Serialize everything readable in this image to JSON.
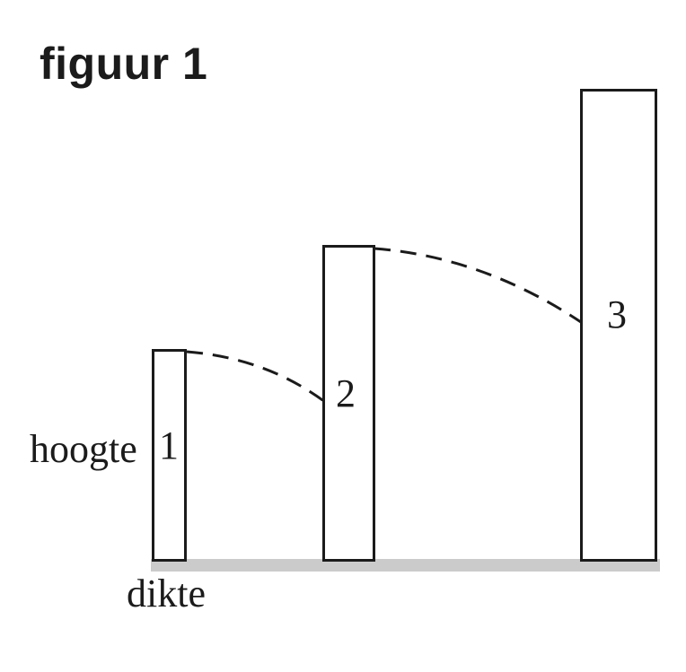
{
  "figure": {
    "title": "figuur 1",
    "labels": {
      "height_axis": "hoogte",
      "thickness_axis": "dikte"
    },
    "bars": [
      {
        "label": "1"
      },
      {
        "label": "2"
      },
      {
        "label": "3"
      }
    ],
    "connections": [
      {
        "name": "dashed-curve-bar1-to-bar2",
        "from": "1",
        "to": "2",
        "style": "dashed-arc"
      },
      {
        "name": "dashed-curve-bar2-to-bar3",
        "from": "2",
        "to": "3",
        "style": "dashed-arc"
      }
    ],
    "colors": {
      "ink": "#1b1b1b",
      "baseline": "#cbcbcb",
      "background": "#ffffff"
    }
  }
}
